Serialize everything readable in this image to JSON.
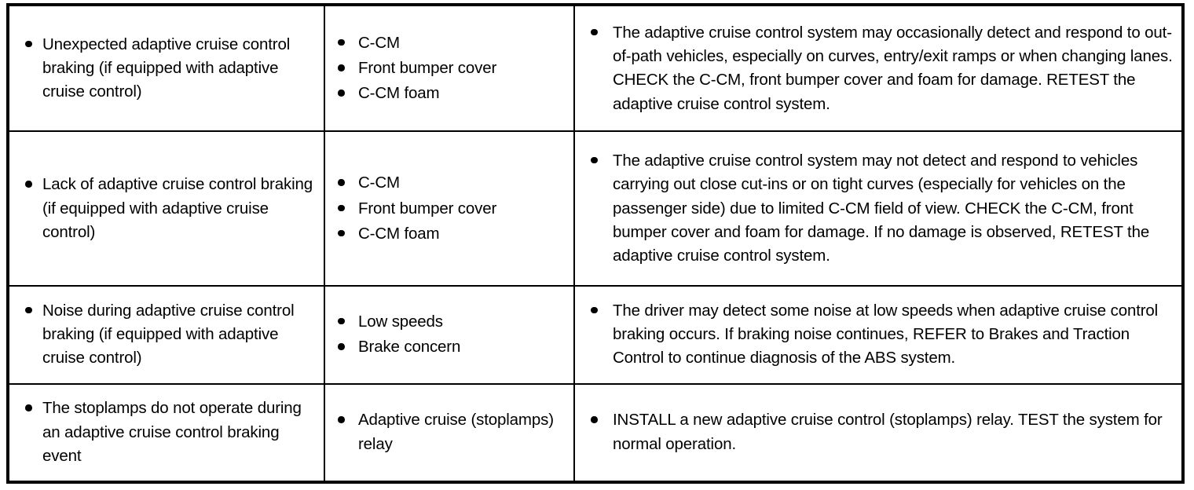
{
  "document": {
    "type": "diagnostic-symptom-chart",
    "border_color": "#000000",
    "background_color": "#ffffff",
    "text_color": "#000000",
    "columns": 3,
    "rows": 4
  },
  "table": {
    "rows": [
      {
        "condition": [
          "Unexpected adaptive cruise control braking (if equipped with adaptive cruise control)"
        ],
        "possible_sources": [
          "C-CM",
          "Front bumper cover",
          "C-CM foam"
        ],
        "actions": [
          "The adaptive cruise control system may occasionally detect and respond to out-of-path vehicles, especially on curves, entry/exit ramps or when changing lanes. CHECK the C-CM, front bumper cover and foam for damage. RETEST the adaptive cruise control system."
        ]
      },
      {
        "condition": [
          "Lack of adaptive cruise control braking (if equipped with adaptive cruise control)"
        ],
        "possible_sources": [
          "C-CM",
          "Front bumper cover",
          "C-CM foam"
        ],
        "actions": [
          "The adaptive cruise control system may not detect and respond to vehicles carrying out close cut-ins or on tight curves (especially for vehicles on the passenger side) due to limited C-CM field of view. CHECK the C-CM, front bumper cover and foam for damage. If no damage is observed, RETEST the adaptive cruise control system."
        ]
      },
      {
        "condition": [
          "Noise during adaptive cruise control braking (if equipped with adaptive cruise control)"
        ],
        "possible_sources": [
          "Low speeds",
          "Brake concern"
        ],
        "actions": [
          "The driver may detect some noise at low speeds when adaptive cruise control braking occurs. If braking noise continues, REFER to Brakes and Traction Control to continue diagnosis of the ABS system."
        ]
      },
      {
        "condition": [
          "The stoplamps do not operate during an adaptive cruise control braking event"
        ],
        "possible_sources": [
          "Adaptive cruise (stoplamps) relay"
        ],
        "actions": [
          "INSTALL a new adaptive cruise control (stoplamps) relay. TEST the system for normal operation."
        ]
      }
    ]
  }
}
